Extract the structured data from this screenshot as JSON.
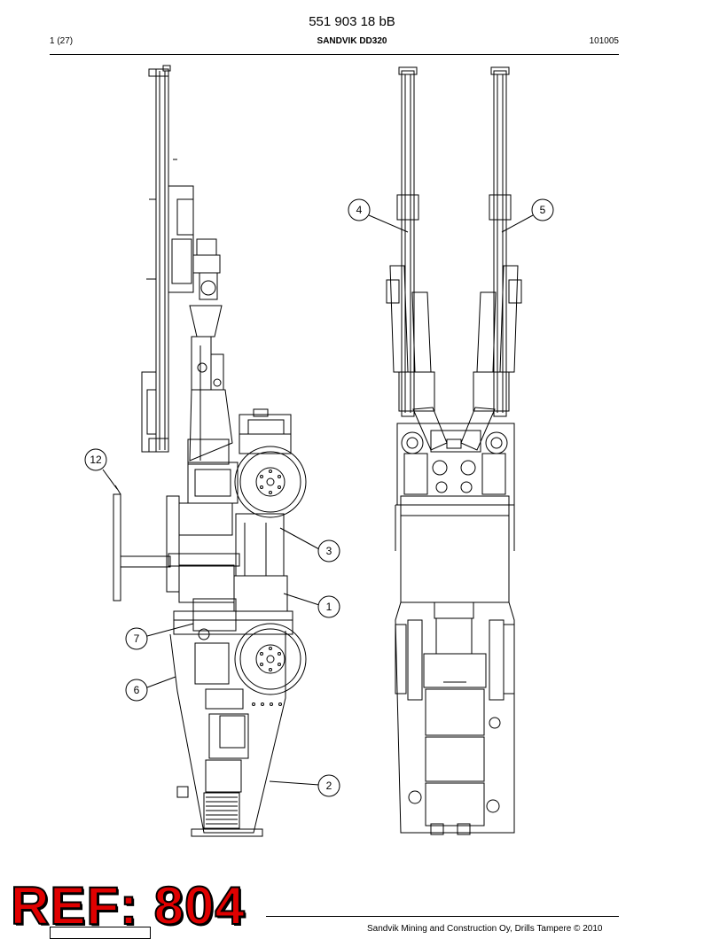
{
  "header": {
    "doc_number": "551 903 18 bB",
    "page": "1 (27)",
    "title": "SANDVIK DD320",
    "date_code": "101005"
  },
  "callouts": {
    "c12": "12",
    "c3": "3",
    "c1": "1",
    "c7": "7",
    "c6": "6",
    "c2": "2",
    "c4": "4",
    "c5": "5"
  },
  "stamp": "REF: 804",
  "footer": {
    "copyright": "Sandvik Mining and Construction Oy, Drills Tampere © 2010"
  }
}
